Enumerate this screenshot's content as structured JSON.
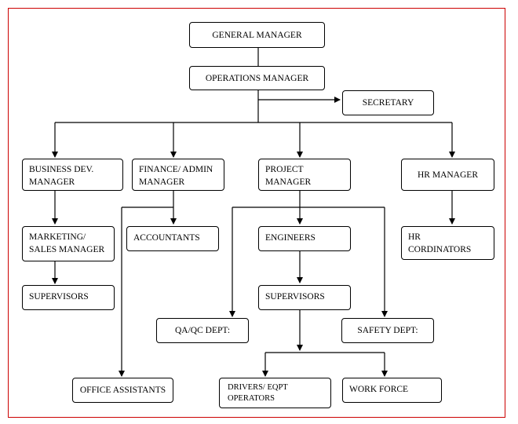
{
  "org_chart": {
    "general_manager": [
      "GENERAL MANAGER"
    ],
    "operations_manager": [
      "OPERATIONS MANAGER"
    ],
    "secretary": [
      "SECRETARY"
    ],
    "business_dev_manager": [
      "BUSINESS DEV.",
      "MANAGER"
    ],
    "finance_admin_manager": [
      "FINANCE/ ADMIN",
      "MANAGER"
    ],
    "project_manager": [
      "PROJECT",
      "MANAGER"
    ],
    "hr_manager": [
      "HR MANAGER"
    ],
    "marketing_sales_manager": [
      "MARKETING/",
      "SALES MANAGER"
    ],
    "accountants": [
      "ACCOUNTANTS"
    ],
    "engineers": [
      "ENGINEERS"
    ],
    "hr_coordinators": [
      "HR",
      "CORDINATORS"
    ],
    "supervisors_left": [
      "SUPERVISORS"
    ],
    "supervisors_project": [
      "SUPERVISORS"
    ],
    "qa_qc_dept": [
      "QA/QC DEPT:"
    ],
    "safety_dept": [
      "SAFETY DEPT:"
    ],
    "office_assistants": [
      "OFFICE ASSISTANTS"
    ],
    "drivers_eqpt_operators": [
      "DRIVERS/ EQPT",
      "OPERATORS"
    ],
    "work_force": [
      "WORK FORCE"
    ]
  }
}
